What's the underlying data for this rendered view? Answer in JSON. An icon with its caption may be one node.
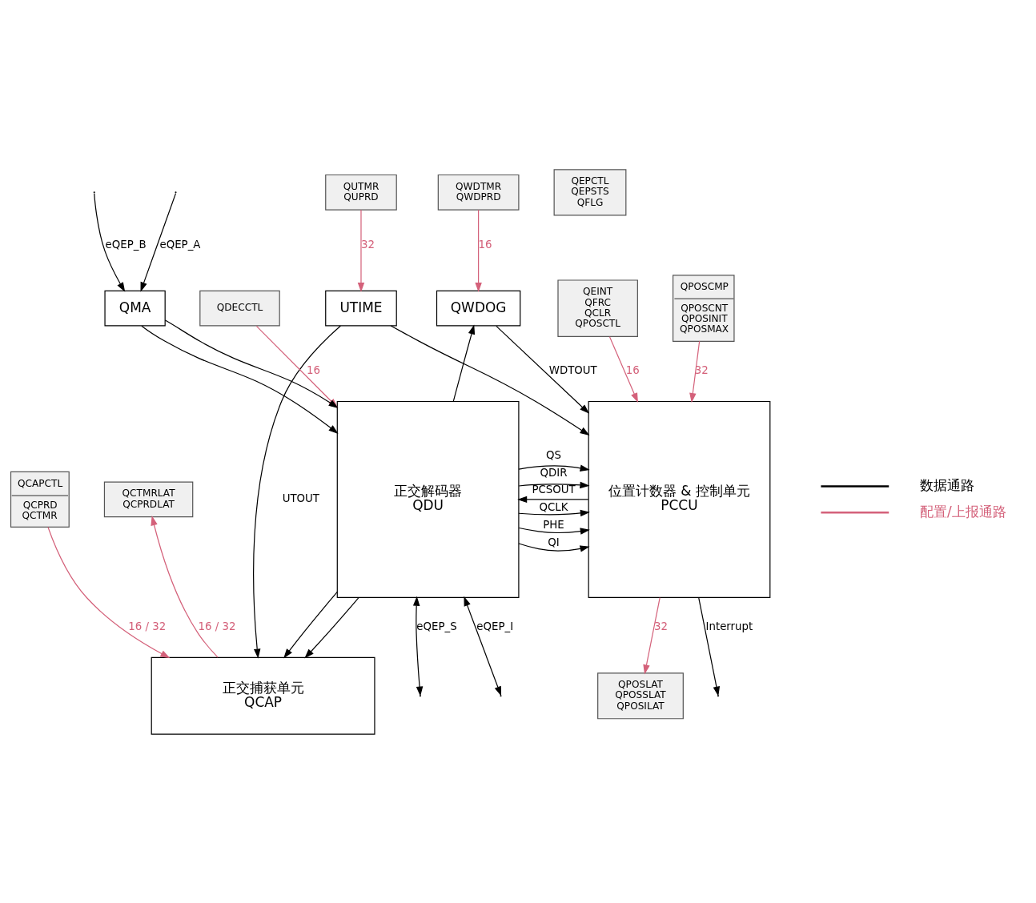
{
  "diagram": {
    "nodes": [
      {
        "text": [
          "QCTMRLAT",
          "QCPRDLAT"
        ]
      },
      {
        "text": [
          "QCAPCTL",
          "QCPRD",
          "QCTMR"
        ]
      },
      {
        "text": [
          "正交捕获单元",
          "QCAP"
        ]
      },
      {
        "text": [
          "QUTMR",
          "QUPRD"
        ]
      },
      {
        "text": [
          "QWDTMR",
          "QWDPRD"
        ]
      },
      {
        "text": [
          "QEPCTL",
          "QEPSTS",
          "QFLG"
        ]
      },
      {
        "text": [
          "UTIME"
        ]
      },
      {
        "text": [
          "QWDOG"
        ]
      },
      {
        "text": [
          "QDECCTL"
        ]
      },
      {
        "text": [
          "位置计数器 & 控制单元",
          "PCCU"
        ]
      },
      {
        "text": [
          "正交解码器",
          "QDU"
        ]
      },
      {
        "text": [
          "QMA"
        ]
      },
      {
        "text": [
          "QPOSLAT",
          "QPOSSLAT",
          "QPOSILAT"
        ]
      },
      {
        "text": [
          "QEINT",
          "QFRC",
          "QCLR",
          "QPOSCTL"
        ]
      },
      {
        "text": [
          "QPOSCMP",
          "QPOSCNT",
          "QPOSINIT",
          "QPOSMAX"
        ]
      }
    ],
    "edges": [
      {
        "from": 2,
        "to": 0,
        "arrow": "to",
        "label": "16 / 32",
        "color": "#d4617a"
      },
      {
        "from": 1,
        "to": 2,
        "arrow": "to",
        "label": "16 / 32",
        "color": "#d4617a"
      },
      {
        "from": 3,
        "to": 6,
        "arrow": "to",
        "label": "32",
        "color": "#d4617a"
      },
      {
        "from": 4,
        "to": 7,
        "arrow": "to",
        "label": "16",
        "color": "#d4617a"
      },
      {
        "from": 6,
        "to": 2,
        "arrow": "to",
        "label": "UTOUT"
      },
      {
        "from": 6,
        "to": 9,
        "arrow": "to"
      },
      {
        "from": 7,
        "to": 9,
        "arrow": "to",
        "label": "WDTOUT"
      },
      {
        "from": 10,
        "to": 9,
        "arrow": "to",
        "label": "QCLK"
      },
      {
        "from": 10,
        "to": 7,
        "arrow": "to"
      },
      {
        "from": 10,
        "to": 2,
        "arrow": "to"
      },
      {
        "from": 10,
        "to": 9,
        "arrow": "to",
        "label": "QDIR"
      },
      {
        "from": 10,
        "to": 2,
        "arrow": "to"
      },
      {
        "from": 10,
        "to": 9,
        "arrow": "to",
        "label": "QI"
      },
      {
        "from": 10,
        "to": 9,
        "arrow": "to",
        "label": "QS"
      },
      {
        "from": 10,
        "to": 9,
        "arrow": "to",
        "label": "PHE"
      },
      {
        "from": 9,
        "to": 10,
        "arrow": "to",
        "label": "PCSOUT"
      },
      {
        "from": 8,
        "to": 10,
        "arrow": "to",
        "label": "16",
        "color": "#d4617a"
      },
      {
        "from": 11,
        "to": 10,
        "arrow": "to"
      },
      {
        "from": 11,
        "to": 10,
        "arrow": "to"
      },
      {
        "from": null,
        "to": 11,
        "arrow": "to",
        "label": "eQEP_A"
      },
      {
        "from": null,
        "to": 11,
        "arrow": "to",
        "label": "eQEP_B"
      },
      {
        "from": 10,
        "to": null,
        "arrow": "both",
        "label": "eQEP_I"
      },
      {
        "from": 10,
        "to": null,
        "arrow": "both",
        "label": "eQEP_S"
      },
      {
        "from": 9,
        "to": null,
        "arrow": "to",
        "label": "Interrupt"
      },
      {
        "from": 9,
        "to": 12,
        "arrow": "to",
        "label": "32",
        "color": "#d4617a"
      },
      {
        "from": 13,
        "to": 9,
        "arrow": "to",
        "label": "16",
        "color": "#d4617a"
      },
      {
        "from": 14,
        "to": 9,
        "arrow": "to",
        "label": "32",
        "color": "#d4617a"
      }
    ],
    "legend": [
      {
        "text": "数据通路"
      },
      {
        "text": "配置/上报通路"
      }
    ]
  }
}
